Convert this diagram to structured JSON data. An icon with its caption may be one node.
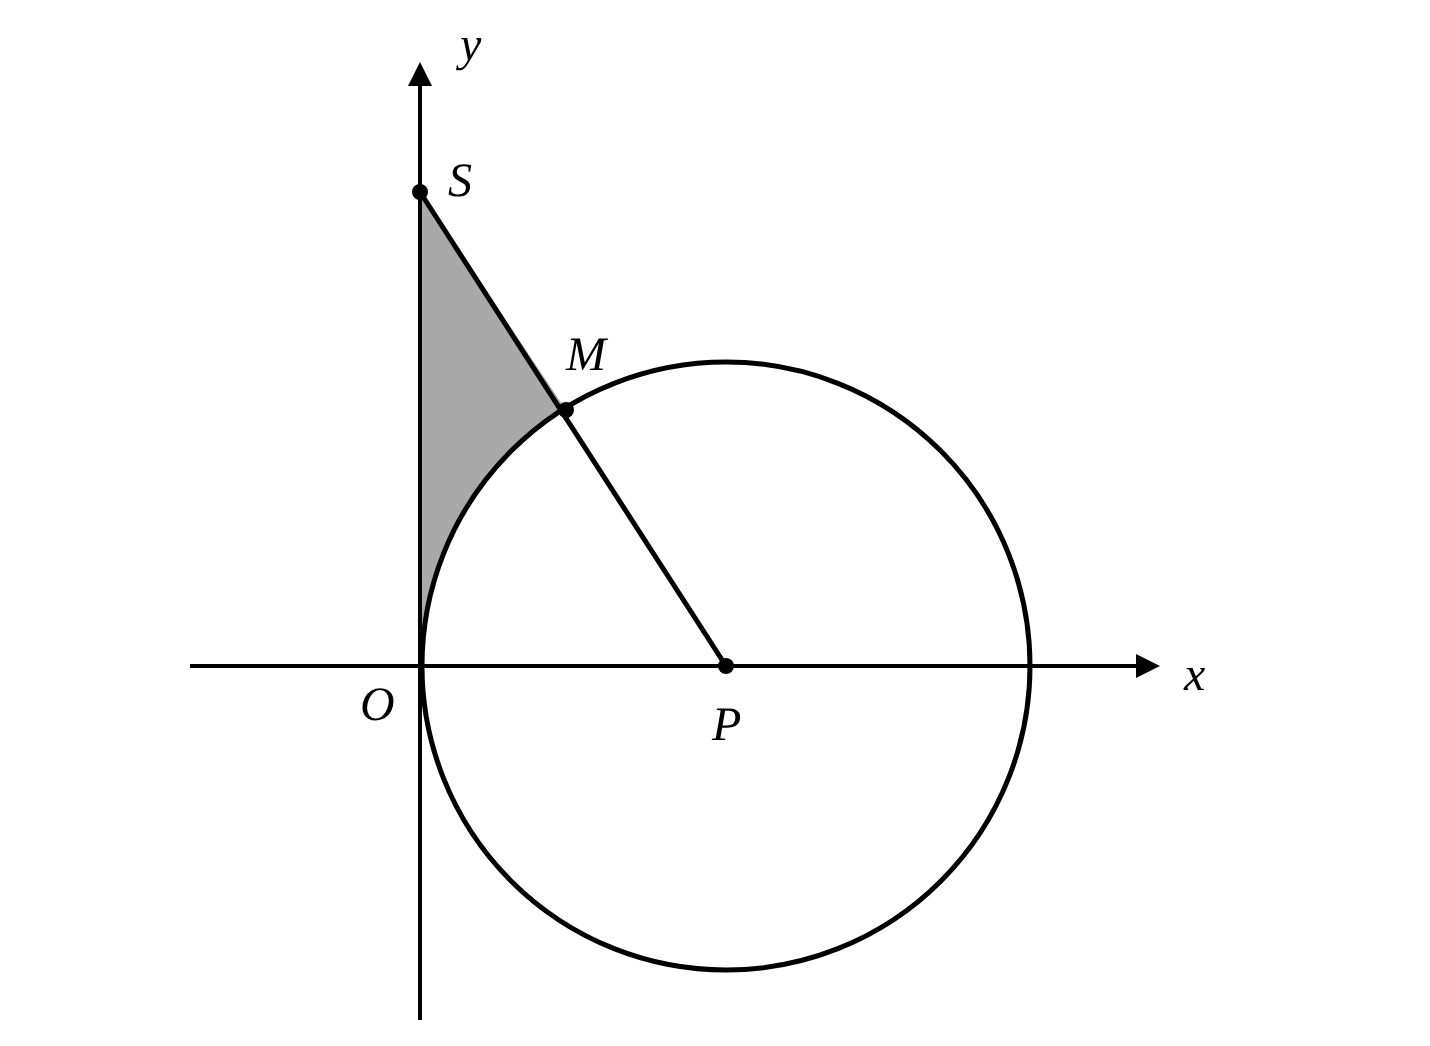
{
  "diagram": {
    "labels": [
      "y",
      "S",
      "M",
      "x",
      "O",
      "P"
    ]
  }
}
